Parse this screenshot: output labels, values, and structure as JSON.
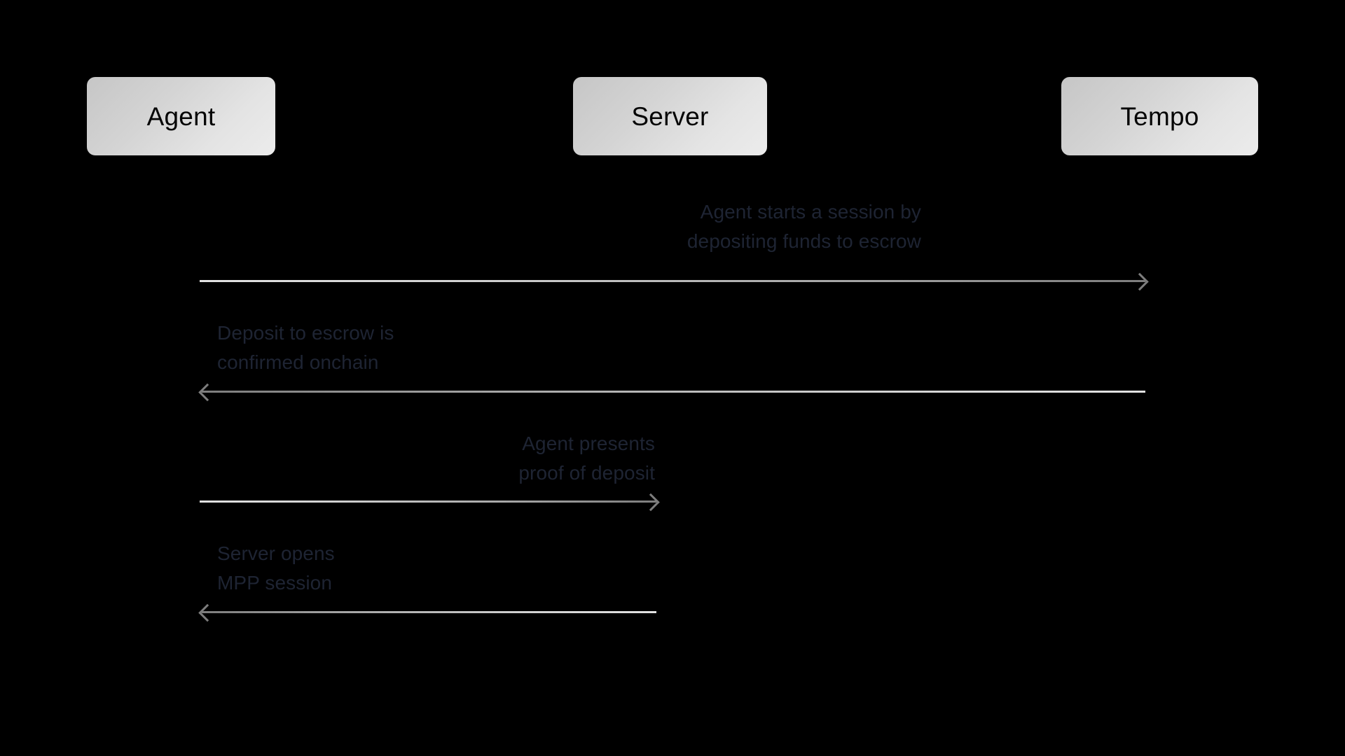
{
  "diagram": {
    "type": "sequence-diagram",
    "background_color": "#000000",
    "participants": [
      {
        "id": "agent",
        "label": "Agent"
      },
      {
        "id": "server",
        "label": "Server"
      },
      {
        "id": "tempo",
        "label": "Tempo"
      }
    ],
    "messages": [
      {
        "id": "m1",
        "from": "agent",
        "to": "tempo",
        "direction": "right",
        "label": "Agent starts a session by\ndepositing funds to escrow",
        "label_align": "right"
      },
      {
        "id": "m2",
        "from": "tempo",
        "to": "agent",
        "direction": "left",
        "label": "Deposit to escrow is\nconfirmed onchain",
        "label_align": "left"
      },
      {
        "id": "m3",
        "from": "agent",
        "to": "server",
        "direction": "right",
        "label": "Agent presents\nproof of deposit",
        "label_align": "right"
      },
      {
        "id": "m4",
        "from": "server",
        "to": "agent",
        "direction": "left",
        "label": "Server opens\nMPP session",
        "label_align": "left"
      }
    ],
    "colors": {
      "label_text": "#1e2433",
      "participant_text": "#050505",
      "participant_fill_start": "#c6c6c6",
      "participant_fill_end": "#ececec",
      "arrow_start": "#e2e2e2",
      "arrow_end": "#7d7d7d"
    }
  }
}
